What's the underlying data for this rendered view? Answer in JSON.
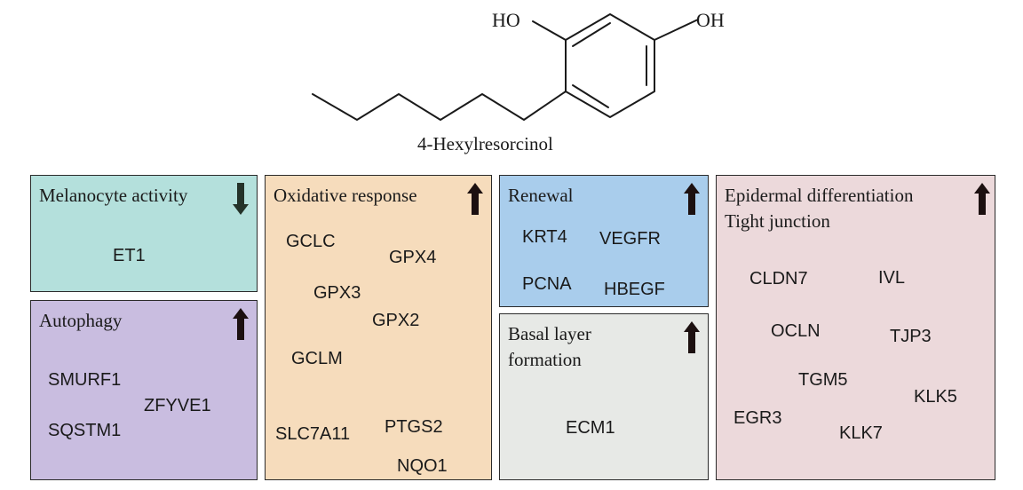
{
  "compound": {
    "name": "4-Hexylresorcinol",
    "atom_labels": {
      "left_hydroxyl": "HO",
      "right_hydroxyl": "OH"
    }
  },
  "colors": {
    "melanocyte": "#b4e0dc",
    "autophagy": "#c9bde0",
    "oxidative": "#f6dcbc",
    "renewal": "#a9cdec",
    "basal": "#e7e9e6",
    "epidermal": "#ecd9db",
    "arrow_down": "#243229",
    "arrow_up": "#1c1010"
  },
  "panels": {
    "melanocyte": {
      "title": "Melanocyte activity",
      "arrow": "down-arrow-icon",
      "genes": [
        "ET1"
      ]
    },
    "autophagy": {
      "title": "Autophagy",
      "arrow": "up-arrow-icon",
      "genes": [
        "SMURF1",
        "ZFYVE1",
        "SQSTM1"
      ]
    },
    "oxidative": {
      "title": "Oxidative response",
      "arrow": "up-arrow-icon",
      "genes": [
        "GCLC",
        "GPX4",
        "GPX3",
        "GPX2",
        "GCLM",
        "SLC7A11",
        "PTGS2",
        "NQO1"
      ]
    },
    "renewal": {
      "title": "Renewal",
      "arrow": "up-arrow-icon",
      "genes": [
        "KRT4",
        "VEGFR",
        "PCNA",
        "HBEGF"
      ]
    },
    "basal": {
      "title_line1": "Basal layer",
      "title_line2": "formation",
      "arrow": "up-arrow-icon",
      "genes": [
        "ECM1"
      ]
    },
    "epidermal": {
      "title_line1": "Epidermal differentiation",
      "title_line2": "Tight junction",
      "arrow": "up-arrow-icon",
      "genes": [
        "CLDN7",
        "IVL",
        "OCLN",
        "TJP3",
        "TGM5",
        "KLK5",
        "EGR3",
        "KLK7"
      ]
    }
  }
}
